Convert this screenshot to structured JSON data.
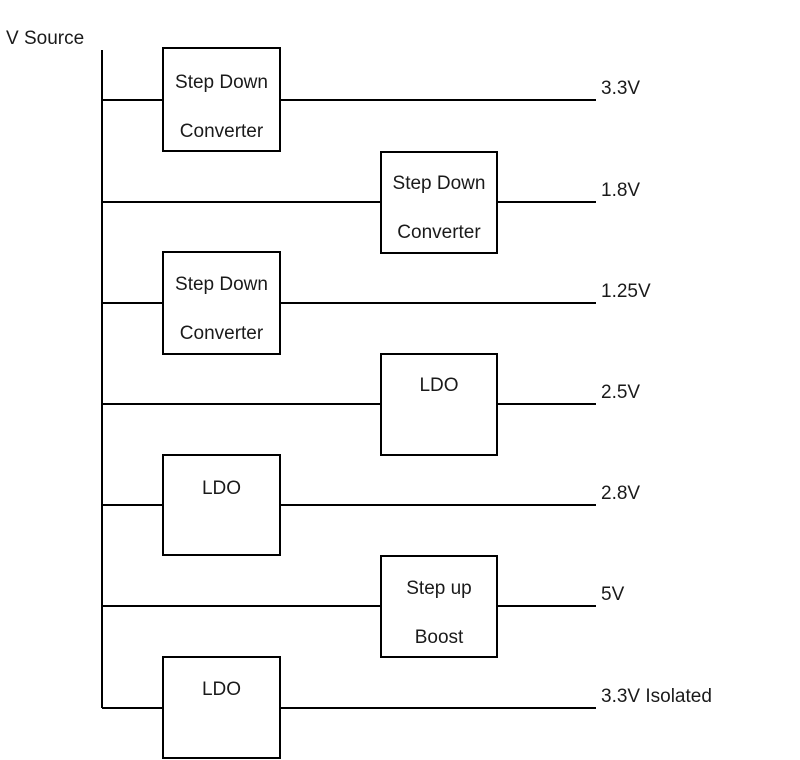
{
  "source_label": "V Source",
  "rails": [
    {
      "block": [
        "Step Down",
        "Converter"
      ],
      "output": "3.3V"
    },
    {
      "block": [
        "Step Down",
        "Converter"
      ],
      "output": "1.8V"
    },
    {
      "block": [
        "Step Down",
        "Converter"
      ],
      "output": "1.25V"
    },
    {
      "block": [
        "LDO"
      ],
      "output": "2.5V"
    },
    {
      "block": [
        "LDO"
      ],
      "output": "2.8V"
    },
    {
      "block": [
        "Step up",
        "Boost"
      ],
      "output": "5V"
    },
    {
      "block": [
        "LDO"
      ],
      "output": "3.3V Isolated"
    }
  ]
}
